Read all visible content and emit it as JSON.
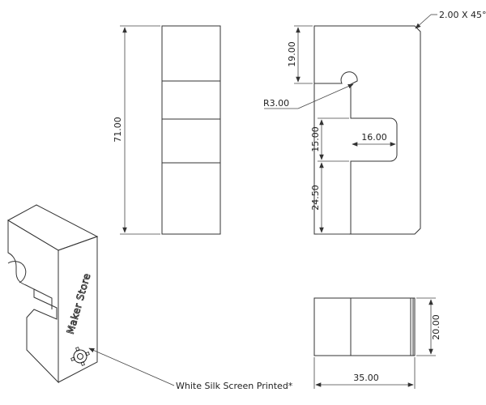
{
  "dimensions": {
    "chamfer": "2.00 X 45°",
    "top_offset": "19.00",
    "radius": "R3.00",
    "slot_width": "15.00",
    "slot_depth": "16.00",
    "bottom_offset": "24.50",
    "overall_height": "71.00",
    "thickness": "20.00",
    "overall_width": "35.00"
  },
  "notes": {
    "silk_screen": "White Silk Screen Printed*"
  },
  "logo": {
    "text": "Maker Store"
  },
  "colors": {
    "line": "#333333",
    "background": "#ffffff"
  }
}
